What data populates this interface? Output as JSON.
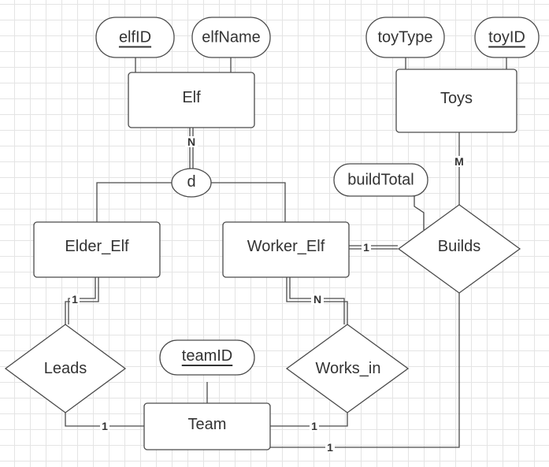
{
  "entities": {
    "elf": "Elf",
    "toys": "Toys",
    "elder_elf": "Elder_Elf",
    "worker_elf": "Worker_Elf",
    "team": "Team"
  },
  "attributes": {
    "elf_id": "elfID",
    "elf_name": "elfName",
    "toy_type": "toyType",
    "toy_id": "toyID",
    "build_total": "buildTotal",
    "team_id": "teamID"
  },
  "relationships": {
    "builds": "Builds",
    "leads": "Leads",
    "works_in": "Works_in"
  },
  "disjoint": "d",
  "cardinalities": {
    "elf_to_d": "N",
    "toys_to_builds": "M",
    "worker_to_builds": "1",
    "elder_to_leads": "1",
    "worker_to_works_in": "N",
    "leads_to_team": "1",
    "works_in_to_team": "1",
    "builds_to_team": "1"
  }
}
